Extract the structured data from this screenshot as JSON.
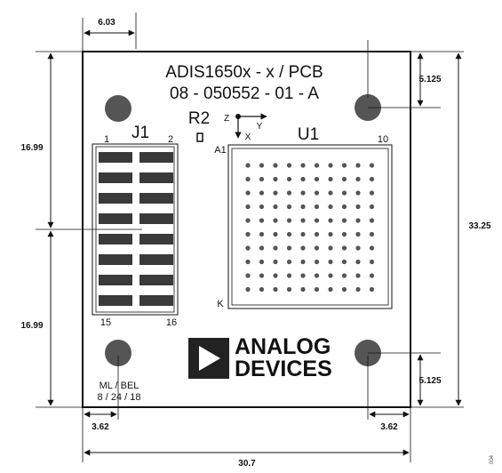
{
  "board": {
    "title_line1": "ADIS1650x - x / PCB",
    "title_line2": "08 - 050552 - 01 - A",
    "silkscreen_line1": "ML / BEL",
    "silkscreen_line2": "8 / 24 / 18"
  },
  "components": {
    "connector": {
      "ref": "J1",
      "pin_top_left": "1",
      "pin_top_right": "2",
      "pin_bottom_left": "15",
      "pin_bottom_right": "16",
      "pad_rows": 8,
      "pad_color": "#3a3a3a"
    },
    "resistor": {
      "ref": "R2"
    },
    "chip": {
      "ref": "U1",
      "ball_a1_label": "A1",
      "ball_col_label": "10",
      "ball_row_label": "K",
      "ball_columns": 10,
      "ball_rows": 10,
      "ball_color": "#555555"
    },
    "axes": {
      "z": "Z",
      "x": "X",
      "y": "Y"
    }
  },
  "logo": {
    "line1": "ANALOG",
    "line2": "DEVICES",
    "color": "#222222"
  },
  "mounting_hole_color": "#555555",
  "dimensions": {
    "top_left_offset": "6.03",
    "right_top_offset": "5.125",
    "left_upper_height": "16.99",
    "left_lower_height": "16.99",
    "right_total_height": "33.25",
    "right_bottom_offset": "5.125",
    "bottom_left_offset": "3.62",
    "bottom_right_offset": "3.62",
    "total_width": "30.7"
  },
  "figure_number": "004"
}
